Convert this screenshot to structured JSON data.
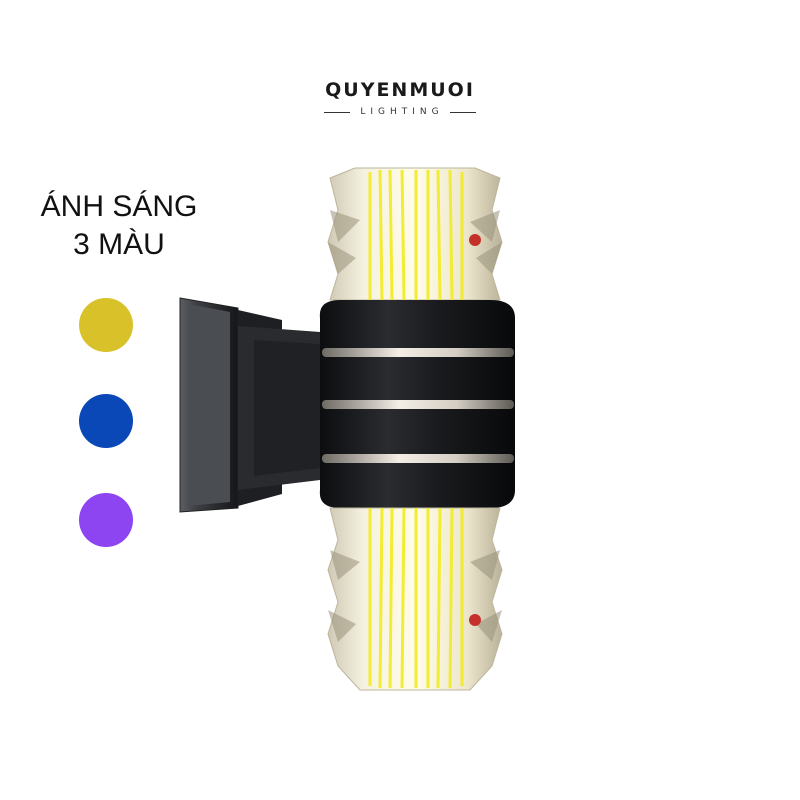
{
  "brand": {
    "name": "QUYENMUOI",
    "subtitle": "LIGHTING"
  },
  "headline": {
    "line1": "ÁNH SÁNG",
    "line2": "3 MÀU"
  },
  "swatches": [
    {
      "name": "yellow",
      "color": "#D9C12A"
    },
    {
      "name": "blue",
      "color": "#0A48B8"
    },
    {
      "name": "purple",
      "color": "#8D45F2"
    }
  ],
  "product": {
    "icon": "wall-lamp-icon",
    "body_color": "#1c1d20",
    "light_color": "#f2ec2a",
    "band_color": "#d8d2c8"
  }
}
